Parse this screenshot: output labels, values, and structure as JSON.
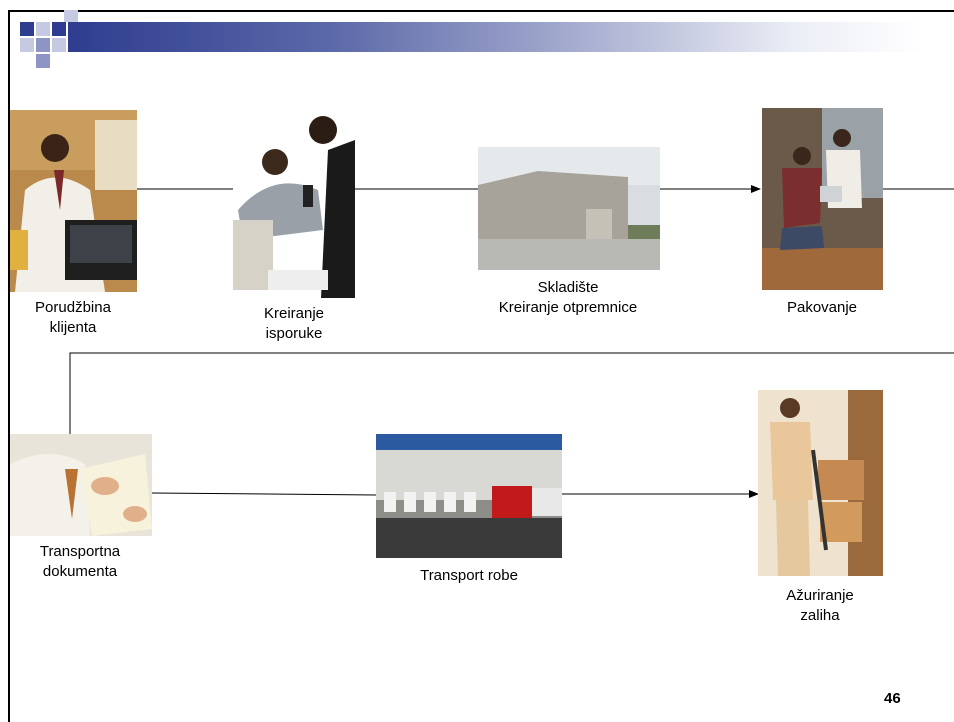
{
  "slide": {
    "page_number": "46",
    "colors": {
      "banner_dark": "#2e3d8f",
      "banner_light": "#ffffff",
      "line": "#000000"
    }
  },
  "steps": [
    {
      "lines": [
        "Porudžbina",
        "klijenta"
      ],
      "icon": "businessman-at-laptop-photo"
    },
    {
      "lines": [
        "Kreiranje",
        "isporuke"
      ],
      "icon": "office-workers-on-phone-photo"
    },
    {
      "lines": [
        "Skladište",
        "Kreiranje otpremnice"
      ],
      "icon": "warehouse-building-photo"
    },
    {
      "lines": [
        "Pakovanje"
      ],
      "icon": "packing-workers-photo"
    },
    {
      "lines": [
        "Transportna",
        "dokumenta"
      ],
      "icon": "man-writing-documents-photo"
    },
    {
      "lines": [
        "Transport robe"
      ],
      "icon": "trucks-at-loading-dock-photo"
    },
    {
      "lines": [
        "Ažuriranje",
        "zaliha"
      ],
      "icon": "worker-with-hand-truck-photo"
    }
  ]
}
